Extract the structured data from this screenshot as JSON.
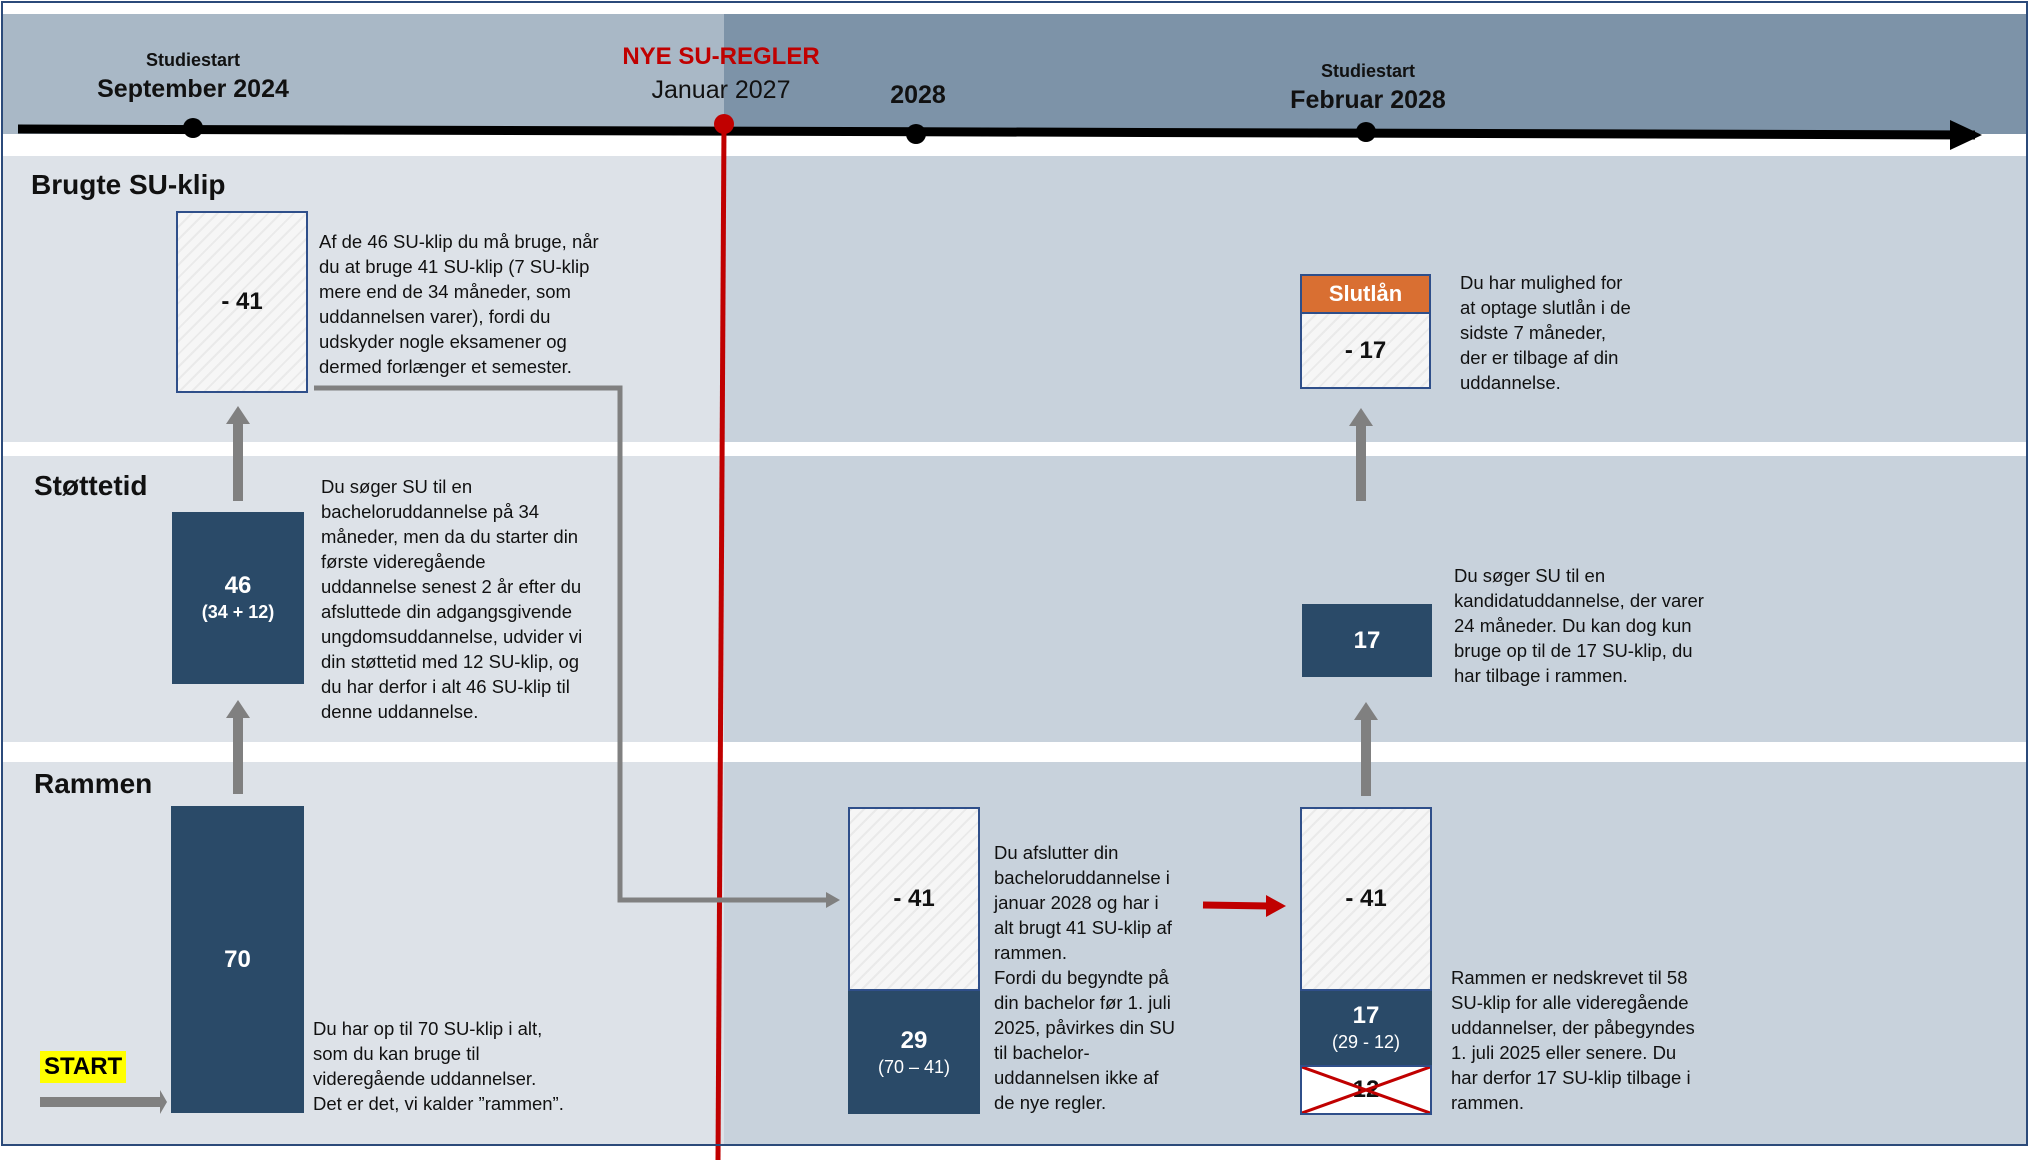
{
  "timeline": {
    "point1": {
      "small": "Studiestart",
      "big": "September 2024"
    },
    "point2": {
      "small": "NYE SU-REGLER",
      "big": "Januar 2027"
    },
    "point3": {
      "big": "2028"
    },
    "point4": {
      "small": "Studiestart",
      "big": "Februar 2028"
    }
  },
  "sections": {
    "brugte": "Brugte SU-klip",
    "stottetid": "Støttetid",
    "rammen": "Rammen"
  },
  "boxes": {
    "col1_brugte": "- 41",
    "col1_stottetid_main": "46",
    "col1_stottetid_sub": "(34 + 12)",
    "col1_rammen": "70",
    "col2_used": "- 41",
    "col2_remaining_main": "29",
    "col2_remaining_sub": "(70 – 41)",
    "col3_slutlan_label": "Slutlån",
    "col3_slutlan_value": "- 17",
    "col3_stottetid": "17",
    "col3_used": "- 41",
    "col3_remaining_main": "17",
    "col3_remaining_sub": "(29 - 12)",
    "col3_crossed": "12"
  },
  "start_label": "START",
  "texts": {
    "brugte_desc": [
      "Af de 46 SU-klip du må bruge, når",
      "du at bruge 41 SU-klip (7 SU-klip",
      "mere end de 34 måneder, som",
      "uddannelsen varer), fordi du",
      "udskyder nogle eksamener og",
      "dermed forlænger et semester."
    ],
    "stottetid_desc": [
      "Du søger SU til en",
      "bacheloruddannelse på 34",
      "måneder, men da du starter din",
      "første videregående",
      "uddannelse senest 2 år efter du",
      "afsluttede din adgangsgivende",
      "ungdomsuddannelse, udvider vi",
      "din støttetid med 12 SU-klip, og",
      "du har derfor i alt 46 SU-klip til",
      "denne uddannelse."
    ],
    "rammen_desc": [
      "Du har op til 70 SU-klip i alt,",
      "som du kan bruge til",
      "videregående uddannelser.",
      "Det er det, vi kalder ”rammen”."
    ],
    "col2_desc": [
      "Du afslutter din",
      "bacheloruddannelse i",
      "januar 2028 og har i",
      "alt brugt 41 SU-klip af",
      "rammen.",
      "Fordi du begyndte på",
      "din bachelor før 1. juli",
      "2025, påvirkes din SU",
      "til bachelor-",
      "uddannelsen ikke af",
      "de nye regler."
    ],
    "slutlan_desc": [
      "Du har mulighed for",
      "at optage slutlån i de",
      "sidste 7 måneder,",
      "der er tilbage af din",
      "uddannelse."
    ],
    "col3_stottetid_desc": [
      "Du søger SU til en",
      "kandidatuddannelse, der varer",
      "24 måneder. Du kan dog kun",
      "bruge op til de 17 SU-klip, du",
      "har tilbage i rammen."
    ],
    "col3_rammen_desc": [
      "Rammen er nedskrevet til 58",
      "SU-klip for alle videregående",
      "uddannelser, der påbegyndes",
      "1. juli 2025 eller senere. Du",
      "har derfor 17 SU-klip tilbage i",
      "rammen."
    ]
  },
  "colors": {
    "navy": "#2a4a68",
    "rule_red": "#c00000",
    "slutlan_orange": "#d96f32",
    "start_yellow": "#ffff00"
  }
}
